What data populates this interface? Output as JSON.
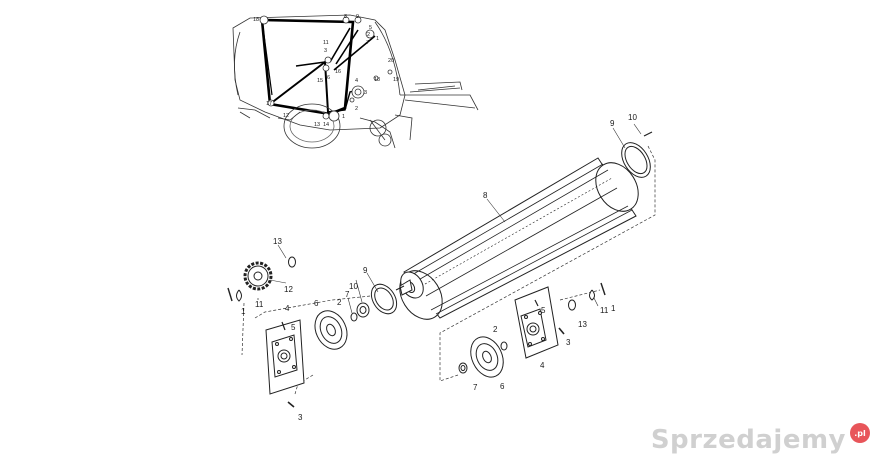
{
  "diagram": {
    "callouts": {
      "c1_left": "1",
      "c1_right": "1",
      "c2_left": "2",
      "c2_right": "2",
      "c3_left": "3",
      "c3_right": "3",
      "c4_left": "4",
      "c4_right": "4",
      "c5_left": "5",
      "c5_right": "5",
      "c6_left": "6",
      "c6_right": "6",
      "c7_left": "7",
      "c7_right": "7",
      "c8_main": "8",
      "c9_left": "9",
      "c9_right": "9",
      "c10_left": "10",
      "c10_right": "10",
      "c11_left": "11",
      "c11_right": "11",
      "c12_left": "12",
      "c13_left": "13",
      "c13_right": "13"
    },
    "inset_labels": {
      "i1": "18",
      "i2": "8",
      "i3": "9",
      "i4": "5",
      "i5": "1",
      "i6": "7",
      "i7": "2",
      "i8": "11",
      "i9": "3",
      "i10": "15",
      "i11": "16",
      "i12": "6",
      "i13": "4",
      "i14": "2",
      "i15": "3",
      "i16": "20",
      "i17": "19",
      "i18": "18",
      "i19": "17",
      "i20": "12",
      "i21": "13",
      "i22": "14",
      "i23": "1"
    }
  },
  "watermark": {
    "brand": "Sprzedajemy",
    "badge": ".pl"
  }
}
